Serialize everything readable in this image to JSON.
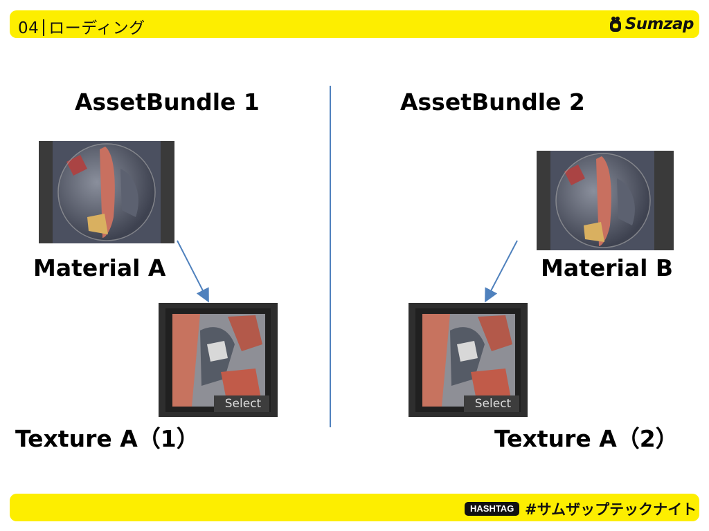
{
  "header": {
    "section_number": "04",
    "section_title": "ローディング",
    "logo_text": "Sumzap"
  },
  "footer": {
    "badge": "HASHTAG",
    "hashtag": "#サムザップテックナイト"
  },
  "left": {
    "bundle_title": "AssetBundle 1",
    "material_label": "Material A",
    "texture_label": "Texture A（1）",
    "select_label": "Select"
  },
  "right": {
    "bundle_title": "AssetBundle 2",
    "material_label": "Material B",
    "texture_label": "Texture A（2）",
    "select_label": "Select"
  },
  "colors": {
    "accent_yellow": "#fdee00",
    "arrow_blue": "#4f81bd"
  }
}
